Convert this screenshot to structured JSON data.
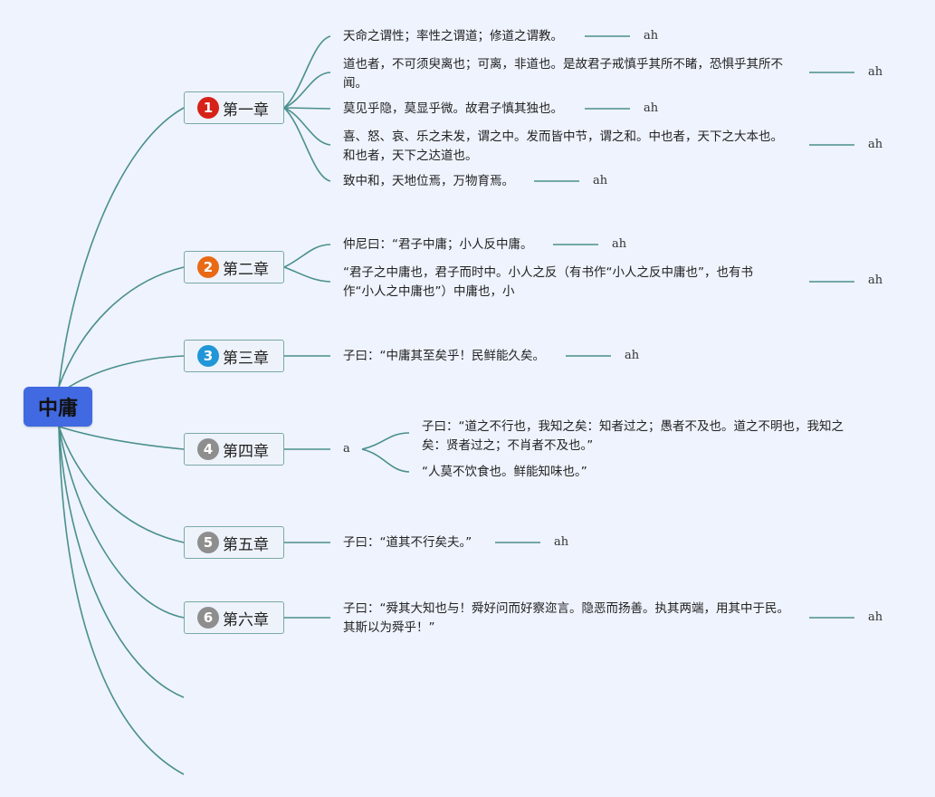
{
  "root": {
    "title": "中庸"
  },
  "colors": {
    "line": "#4a8f8c",
    "root_bg": "#4169e1",
    "badge_1": "#d62218",
    "badge_2": "#e96a15",
    "badge_3": "#2196d8",
    "badge_gray": "#8e8e8e"
  },
  "chapters": [
    {
      "num": "1",
      "title": "第一章",
      "items": [
        {
          "text": "天命之谓性；率性之谓道；修道之谓教。",
          "note": "ah"
        },
        {
          "text": "道也者，不可须臾离也；可离，非道也。是故君子戒慎乎其所不睹，恐惧乎其所不闻。",
          "note": "ah"
        },
        {
          "text": "莫见乎隐，莫显乎微。故君子慎其独也。",
          "note": "ah"
        },
        {
          "text": "喜、怒、哀、乐之未发，谓之中。发而皆中节，谓之和。中也者，天下之大本也。和也者，天下之达道也。",
          "note": "ah"
        },
        {
          "text": "致中和，天地位焉，万物育焉。",
          "note": "ah"
        }
      ]
    },
    {
      "num": "2",
      "title": "第二章",
      "items": [
        {
          "text": "仲尼曰：“君子中庸；小人反中庸。",
          "note": "ah"
        },
        {
          "text": "“君子之中庸也，君子而时中。小人之反（有书作“小人之反中庸也”，也有书作“小人之中庸也”）中庸也，小",
          "note": "ah"
        }
      ]
    },
    {
      "num": "3",
      "title": "第三章",
      "items": [
        {
          "text": "子曰：“中庸其至矣乎！民鲜能久矣。",
          "note": "ah"
        }
      ]
    },
    {
      "num": "4",
      "title": "第四章",
      "sub_label": "a",
      "items": [
        {
          "text": "子曰：“道之不行也，我知之矣：知者过之；愚者不及也。道之不明也，我知之矣：贤者过之；不肖者不及也。”"
        },
        {
          "text": "“人莫不饮食也。鲜能知味也。”"
        }
      ]
    },
    {
      "num": "5",
      "title": "第五章",
      "items": [
        {
          "text": "子曰：“道其不行矣夫。”",
          "note": "ah"
        }
      ]
    },
    {
      "num": "6",
      "title": "第六章",
      "items": [
        {
          "text": "子曰：“舜其大知也与！舜好问而好察迩言。隐恶而扬善。执其两端，用其中于民。其斯以为舜乎！”",
          "note": "ah"
        }
      ]
    }
  ]
}
